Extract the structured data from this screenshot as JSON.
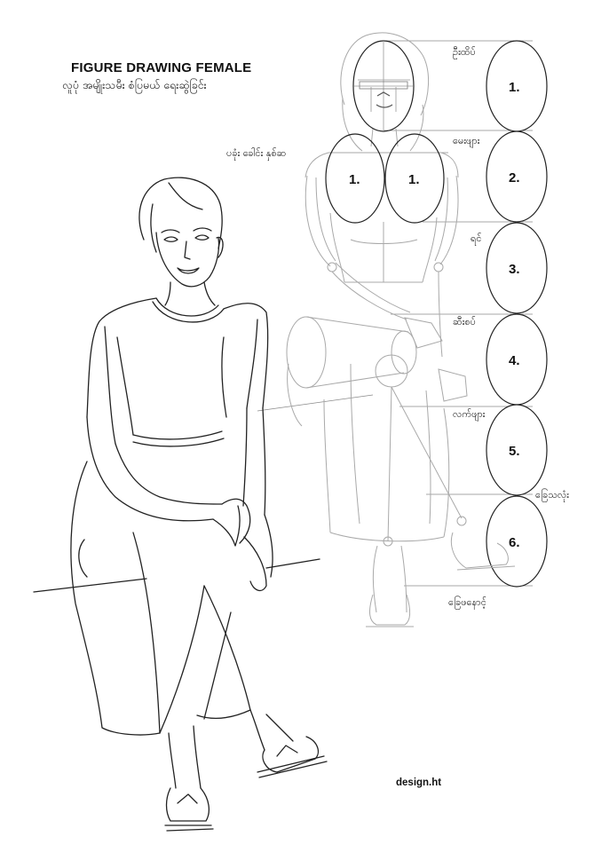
{
  "header": {
    "title": "FIGURE DRAWING FEMALE",
    "subtitle": "လူပုံ အမျိုးသမီး စံပြမယ် ရေးဆွဲခြင်း"
  },
  "reference_labels": {
    "head_top": "ဦးထိပ်",
    "nipples": "မေးဖျား",
    "shoulder_width": "ပခုံး ခေါင်း နှစ်ဆ",
    "chest": "ရင်",
    "navel": "ဆီးစပ်",
    "knees": "လက်ဖျား",
    "knee_joint": "ခြေသလုံး",
    "ankles": "ခြေဖနောင့်"
  },
  "head_units": [
    "1.",
    "2.",
    "3.",
    "4.",
    "5.",
    "6."
  ],
  "chest_units": [
    "1.",
    "1."
  ],
  "credit": "design.ht",
  "colors": {
    "line": "#222222",
    "guide": "#8a8a8a",
    "faint": "#b5b5b5"
  }
}
